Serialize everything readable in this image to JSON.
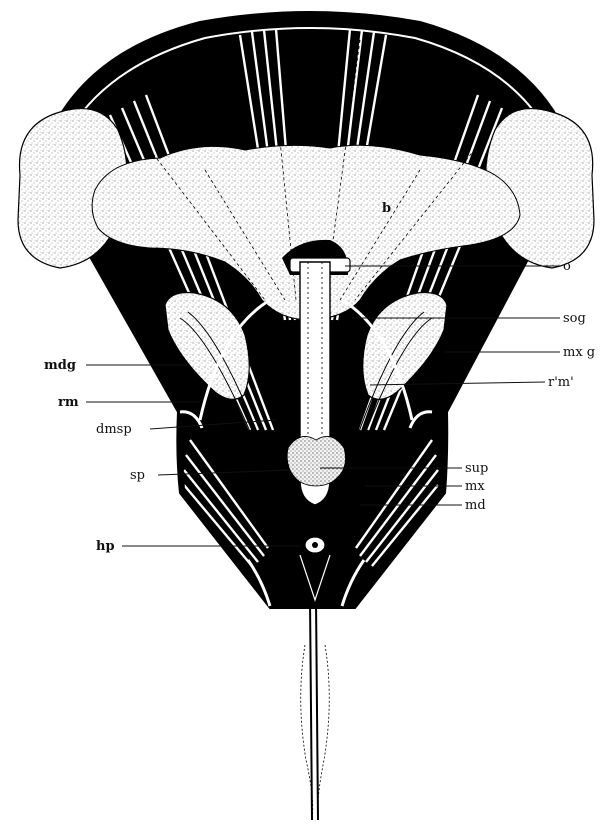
{
  "labels": {
    "b": "b",
    "o": "o",
    "sog": "sog",
    "mxg": "mx g",
    "rm_prime": "r'm'",
    "sup": "sup",
    "mx": "mx",
    "md": "md",
    "mdg": "mdg",
    "rm": "rm",
    "dmsp": "dmsp",
    "sp": "sp",
    "hp": "hp"
  },
  "colors": {
    "ink": "#000000",
    "paper": "#ffffff",
    "stipple": "#e6e6e6"
  }
}
